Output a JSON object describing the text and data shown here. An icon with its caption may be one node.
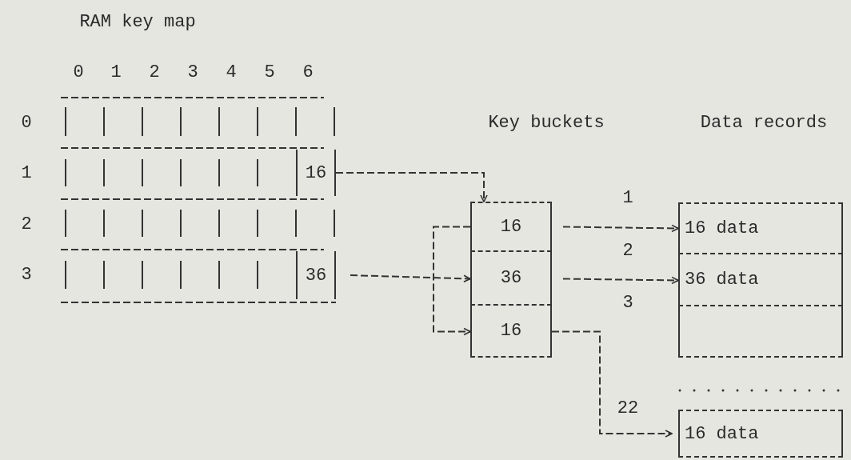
{
  "diagram": {
    "title": "RAM key map",
    "nodes": [
      {
        "text": [
          "16"
        ]
      },
      {
        "text": [
          "36"
        ]
      },
      {
        "text": [
          "16"
        ]
      },
      {
        "text": [
          "36"
        ]
      },
      {
        "text": [
          "16"
        ]
      },
      {
        "text": [
          "16 data"
        ]
      },
      {
        "text": [
          "36 data"
        ]
      },
      {
        "text": [],
        "shape": "box"
      },
      {
        "text": [
          "16 data"
        ]
      }
    ],
    "edges": [
      {
        "from": 0,
        "to": 2,
        "arrow": "to"
      },
      {
        "from": 1,
        "to": 3,
        "arrow": "to"
      },
      {
        "from": 2,
        "to": 4,
        "arrow": "to"
      },
      {
        "from": 2,
        "to": 5,
        "arrow": "to"
      },
      {
        "from": 3,
        "to": 6,
        "arrow": "to"
      },
      {
        "from": 4,
        "to": 8,
        "arrow": "to"
      }
    ],
    "labels": [
      "0",
      "1",
      "2",
      "3",
      "4",
      "5",
      "6",
      "0",
      "1",
      "2",
      "3",
      "Key buckets",
      "Data records",
      "1",
      "2",
      "3",
      "22"
    ]
  }
}
